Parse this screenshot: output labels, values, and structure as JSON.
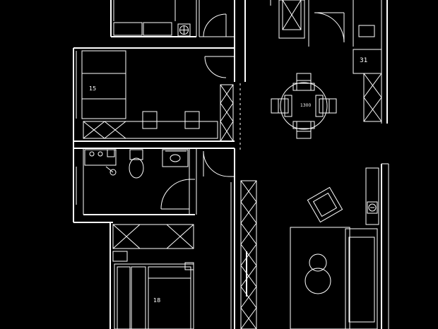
{
  "colors": {
    "background": "#000000",
    "lines": "#ffffff",
    "label": "#ffffff"
  },
  "labels": {
    "room_study": "15",
    "room_bedroom": "18",
    "dining_table_size": "1300",
    "shelf_number": "31"
  }
}
